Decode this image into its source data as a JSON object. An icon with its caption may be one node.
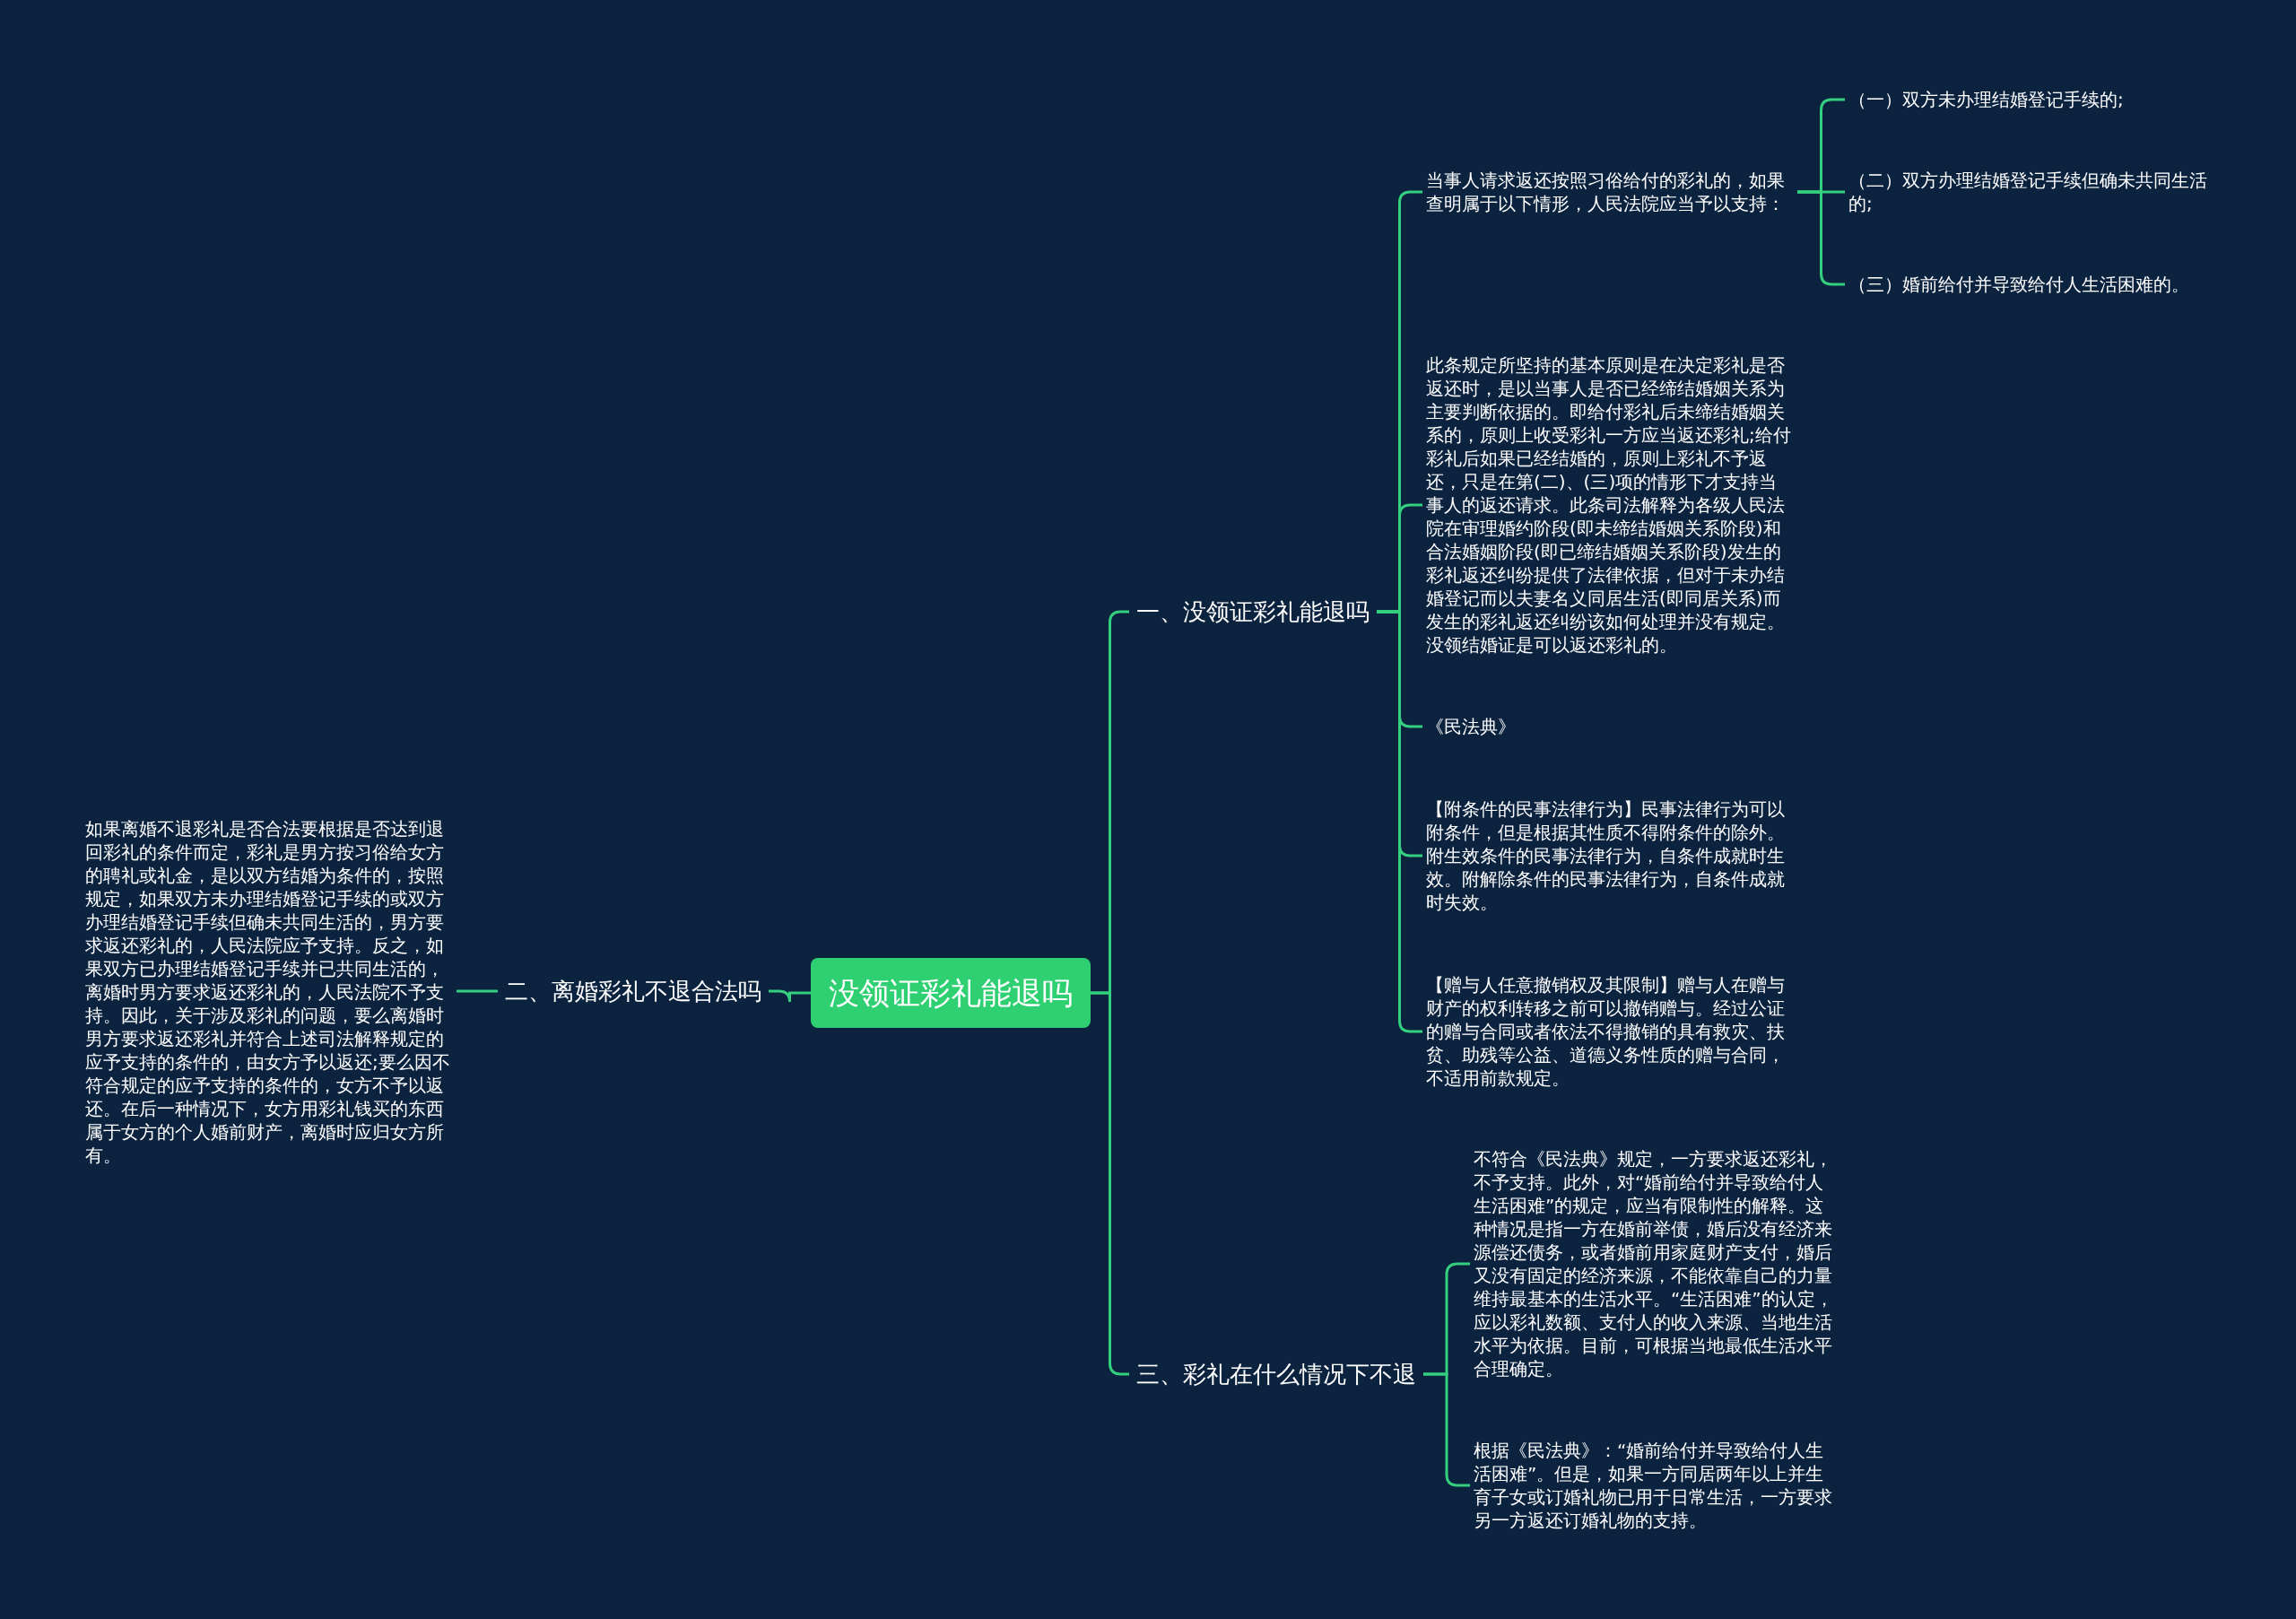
{
  "diagram": {
    "nodes": [
      {
        "text": [
          "没领证彩礼能退吗"
        ]
      },
      {
        "text": [
          "一、没领证彩礼能退吗"
        ]
      },
      {
        "text": [
          "当事人请求返还按照习俗给付的彩礼的，如果查明属于以下情形，人民法院应当予以支持："
        ]
      },
      {
        "text": [
          "（一）双方未办理结婚登记手续的;"
        ]
      },
      {
        "text": [
          "（二）双方办理结婚登记手续但确未共同生活的;"
        ]
      },
      {
        "text": [
          "（三）婚前给付并导致给付人生活困难的。"
        ]
      },
      {
        "text": [
          "此条规定所坚持的基本原则是在决定彩礼是否返还时，是以当事人是否已经缔结婚姻关系为主要判断依据的。即给付彩礼后未缔结婚姻关系的，原则上收受彩礼一方应当返还彩礼;给付彩礼后如果已经结婚的，原则上彩礼不予返还，只是在第(二)、(三)项的情形下才支持当事人的返还请求。此条司法解释为各级人民法院在审理婚约阶段(即未缔结婚姻关系阶段)和合法婚姻阶段(即已缔结婚姻关系阶段)发生的彩礼返还纠纷提供了法律依据，但对于未办结婚登记而以夫妻名义同居生活(即同居关系)而发生的彩礼返还纠纷该如何处理并没有规定。没领结婚证是可以返还彩礼的。"
        ]
      },
      {
        "text": [
          "《民法典》"
        ]
      },
      {
        "text": [
          "【附条件的民事法律行为】民事法律行为可以附条件，但是根据其性质不得附条件的除外。附生效条件的民事法律行为，自条件成就时生效。附解除条件的民事法律行为，自条件成就时失效。"
        ]
      },
      {
        "text": [
          "【赠与人任意撤销权及其限制】赠与人在赠与财产的权利转移之前可以撤销赠与。经过公证的赠与合同或者依法不得撤销的具有救灾、扶贫、助残等公益、道德义务性质的赠与合同，不适用前款规定。"
        ]
      },
      {
        "text": [
          "二、离婚彩礼不退合法吗"
        ]
      },
      {
        "text": [
          "如果离婚不退彩礼是否合法要根据是否达到退回彩礼的条件而定，彩礼是男方按习俗给女方的聘礼或礼金，是以双方结婚为条件的，按照规定，如果双方未办理结婚登记手续的或双方办理结婚登记手续但确未共同生活的，男方要求返还彩礼的，人民法院应予支持。反之，如果双方已办理结婚登记手续并已共同生活的，离婚时男方要求返还彩礼的，人民法院不予支持。因此，关于涉及彩礼的问题，要么离婚时男方要求返还彩礼并符合上述司法解释规定的应予支持的条件的，由女方予以返还;要么因不符合规定的应予支持的条件的，女方不予以返还。在后一种情况下，女方用彩礼钱买的东西属于女方的个人婚前财产，离婚时应归女方所有。"
        ]
      },
      {
        "text": [
          "三、彩礼在什么情况下不退"
        ]
      },
      {
        "text": [
          "不符合《民法典》规定，一方要求返还彩礼，不予支持。此外，对“婚前给付并导致给付人生活困难”的规定，应当有限制性的解释。这种情况是指一方在婚前举债，婚后没有经济来源偿还债务，或者婚前用家庭财产支付，婚后又没有固定的经济来源，不能依靠自己的力量维持最基本的生活水平。“生活困难”的认定，应以彩礼数额、支付人的收入来源、当地生活水平为依据。目前，可根据当地最低生活水平合理确定。"
        ]
      },
      {
        "text": [
          "根据《民法典》：“婚前给付并导致给付人生活困难”。但是，如果一方同居两年以上并生育子女或订婚礼物已用于日常生活，一方要求另一方返还订婚礼物的支持。"
        ]
      }
    ],
    "edges": [
      {
        "from": 0,
        "to": 1,
        "arrow": "none"
      },
      {
        "from": 1,
        "to": 2,
        "arrow": "none"
      },
      {
        "from": 2,
        "to": 3,
        "arrow": "none"
      },
      {
        "from": 2,
        "to": 4,
        "arrow": "none"
      },
      {
        "from": 2,
        "to": 5,
        "arrow": "none"
      },
      {
        "from": 1,
        "to": 6,
        "arrow": "none"
      },
      {
        "from": 1,
        "to": 7,
        "arrow": "none"
      },
      {
        "from": 1,
        "to": 8,
        "arrow": "none"
      },
      {
        "from": 1,
        "to": 9,
        "arrow": "none"
      },
      {
        "from": 0,
        "to": 10,
        "arrow": "none"
      },
      {
        "from": 10,
        "to": 11,
        "arrow": "none"
      },
      {
        "from": 0,
        "to": 12,
        "arrow": "none"
      },
      {
        "from": 12,
        "to": 13,
        "arrow": "none"
      },
      {
        "from": 12,
        "to": 14,
        "arrow": "none"
      }
    ]
  }
}
